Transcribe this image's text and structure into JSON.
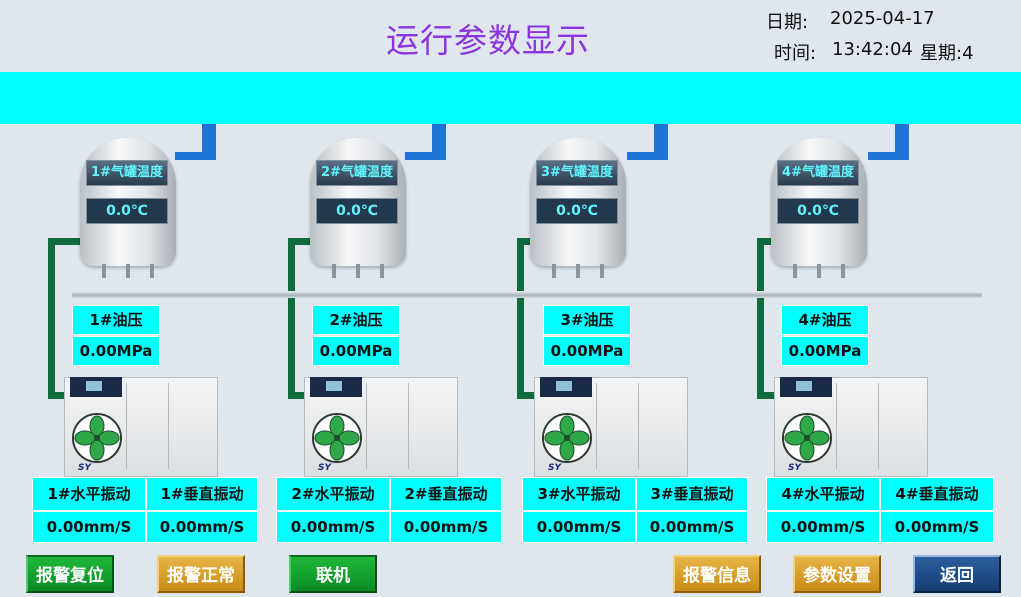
{
  "header": {
    "title": "运行参数显示",
    "date_label": "日期:",
    "date_value": "2025-04-17",
    "time_label": "时间:",
    "time_value": "13:42:04",
    "weekday_label": "星期:4"
  },
  "units": [
    {
      "tank_label": "1#气罐温度",
      "tank_value": "0.0℃",
      "oil_label": "1#油压",
      "oil_value": "0.00MPa",
      "hvib_label": "1#水平振动",
      "hvib_value": "0.00mm/S",
      "vvib_label": "1#垂直振动",
      "vvib_value": "0.00mm/S"
    },
    {
      "tank_label": "2#气罐温度",
      "tank_value": "0.0℃",
      "oil_label": "2#油压",
      "oil_value": "0.00MPa",
      "hvib_label": "2#水平振动",
      "hvib_value": "0.00mm/S",
      "vvib_label": "2#垂直振动",
      "vvib_value": "0.00mm/S"
    },
    {
      "tank_label": "3#气罐温度",
      "tank_value": "0.0℃",
      "oil_label": "3#油压",
      "oil_value": "0.00MPa",
      "hvib_label": "3#水平振动",
      "hvib_value": "0.00mm/S",
      "vvib_label": "3#垂直振动",
      "vvib_value": "0.00mm/S"
    },
    {
      "tank_label": "4#气罐温度",
      "tank_value": "0.0℃",
      "oil_label": "4#油压",
      "oil_value": "0.00MPa",
      "hvib_label": "4#水平振动",
      "hvib_value": "0.00mm/S",
      "vvib_label": "4#垂直振动",
      "vvib_value": "0.00mm/S"
    }
  ],
  "compressor_logo": "SY",
  "buttons": {
    "alarm_reset": "报警复位",
    "alarm_normal": "报警正常",
    "online": "联机",
    "alarm_info": "报警信息",
    "param_settings": "参数设置",
    "back": "返回"
  },
  "colors": {
    "band": "#00ffff",
    "value_box": "#00ffff",
    "title": "#8a35e0",
    "pipe_blue": "#1f73d6",
    "pipe_green": "#0f6b3c",
    "button_green": "#139a2d",
    "button_gold": "#d8a02a",
    "button_blue": "#1f4d86"
  }
}
